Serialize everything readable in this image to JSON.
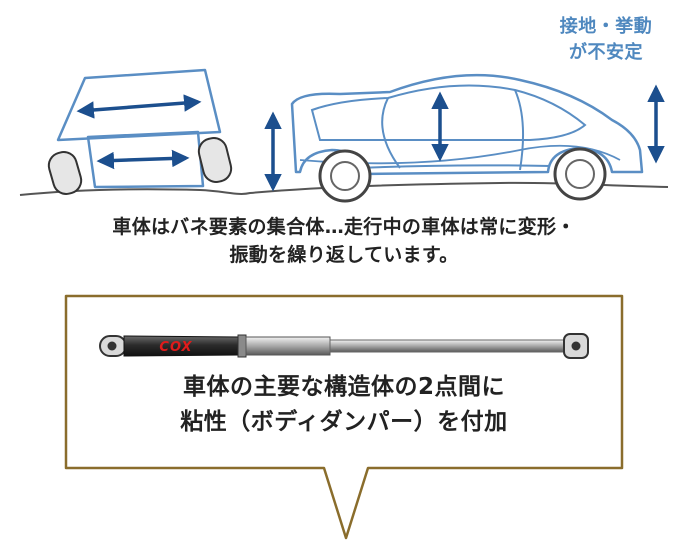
{
  "annotation": {
    "line1": "接地・挙動",
    "line2": "が不安定"
  },
  "caption": {
    "line1": "車体はバネ要素の集合体…走行中の車体は常に変形・",
    "line2": "振動を繰り返しています。"
  },
  "callout": {
    "line1": "車体の主要な構造体の2点間に",
    "line2": "粘性（ボディダンパー）を付加",
    "damper_logo": "COX"
  },
  "colors": {
    "arrow": "#1c4f8e",
    "outline": "#5a8ec4",
    "box_border": "#8a6d2c",
    "annotation": "#4f88bf"
  }
}
